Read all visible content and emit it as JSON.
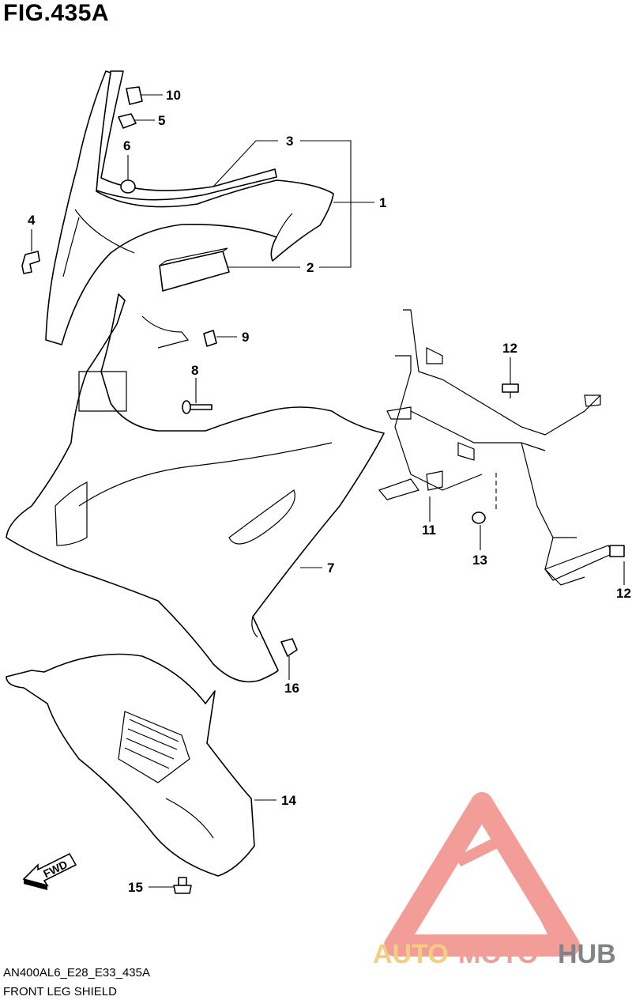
{
  "figure_title": "FIG.435A",
  "model_code": "AN400AL6_E28_E33_435A",
  "section_name": "FRONT LEG SHIELD",
  "direction_label": "FWD",
  "callouts": {
    "c1": "1",
    "c2": "2",
    "c3": "3",
    "c4": "4",
    "c5": "5",
    "c6": "6",
    "c7": "7",
    "c8": "8",
    "c9": "9",
    "c10": "10",
    "c11": "11",
    "c12a": "12",
    "c12b": "12",
    "c13": "13",
    "c14": "14",
    "c15": "15",
    "c16": "16"
  },
  "watermark": {
    "part1": "AUTO",
    "part2": "MOTO",
    "part3": "HUB",
    "color_auto": "#f5c46a",
    "color_moto": "#f08d87",
    "color_hub": "#6d6e71",
    "triangle_color": "#f08d87"
  }
}
